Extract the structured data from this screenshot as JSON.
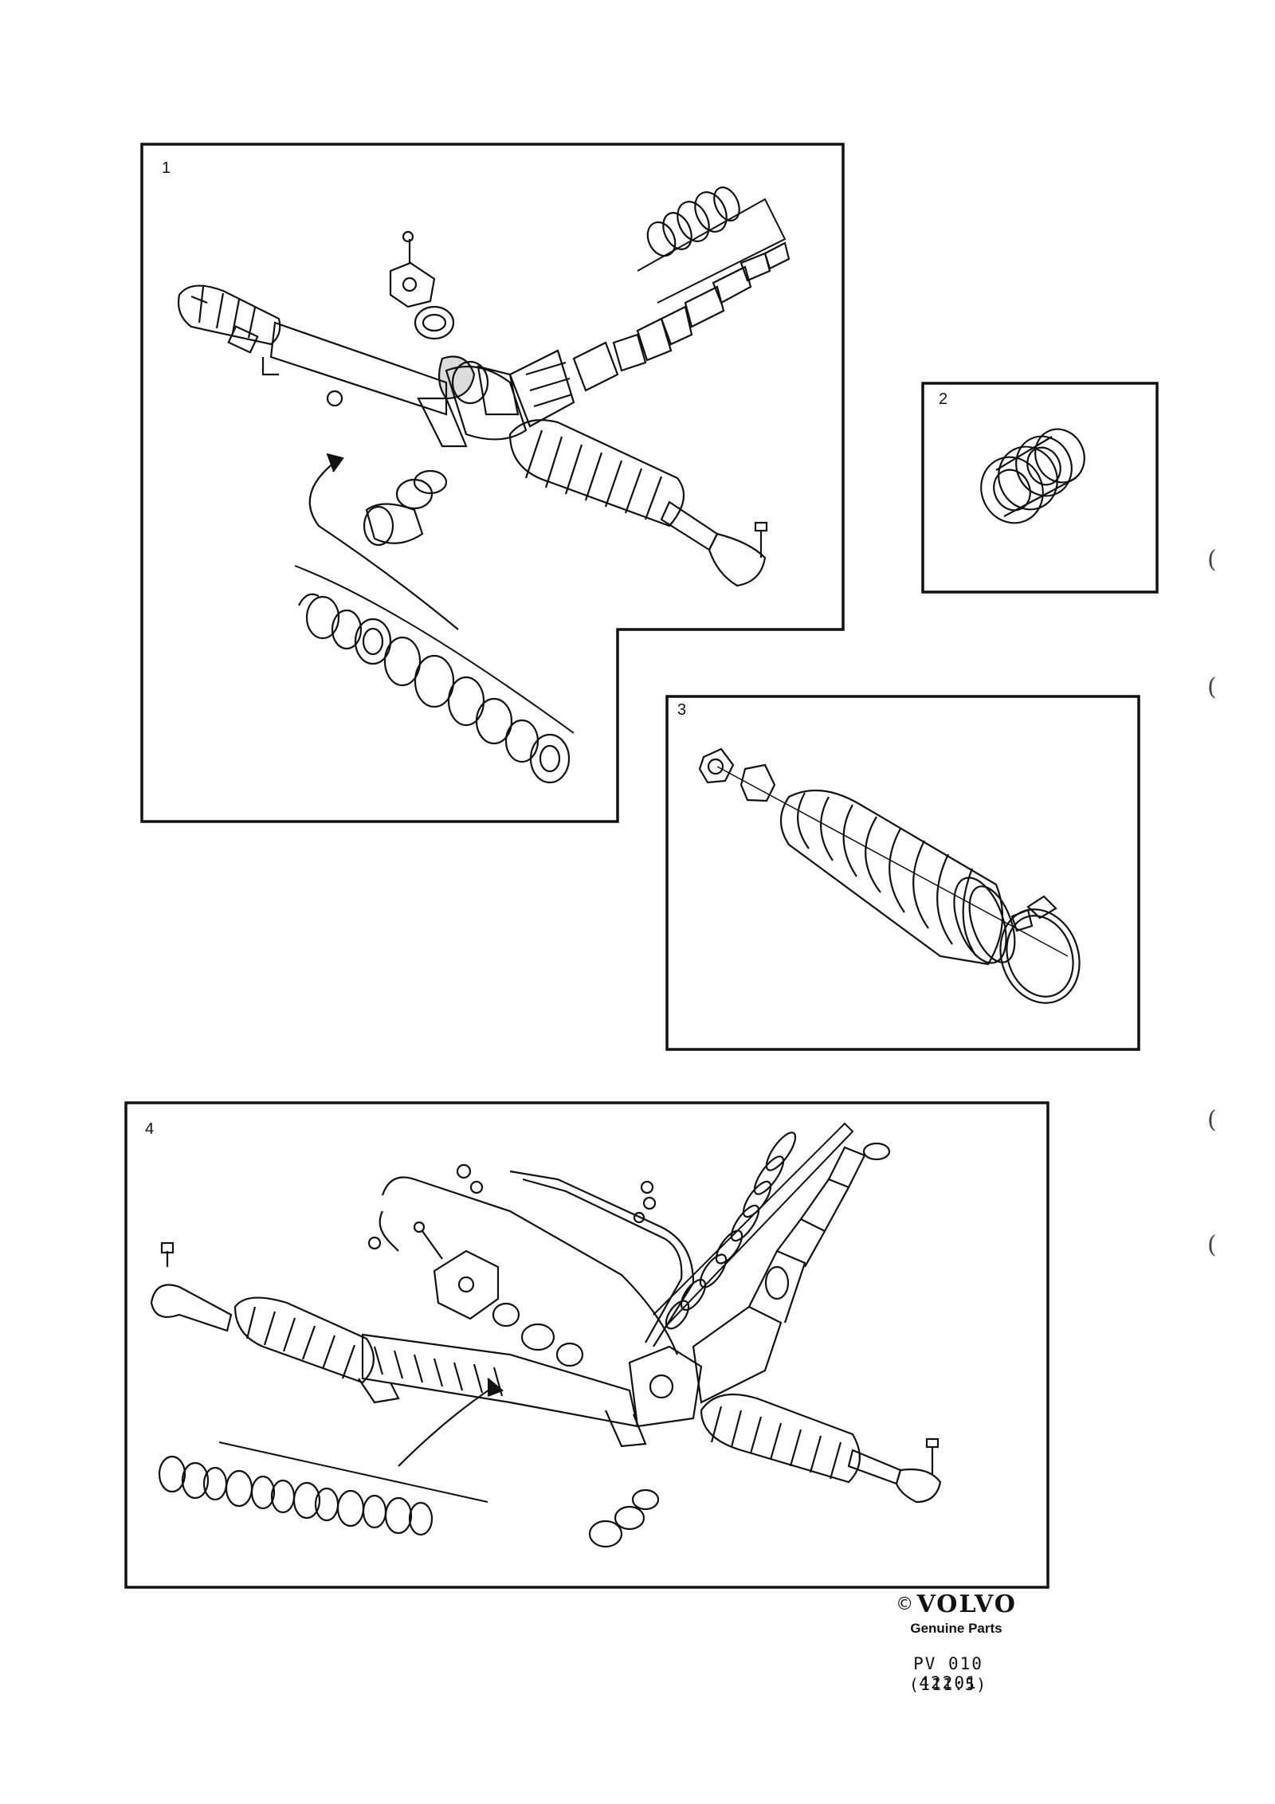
{
  "panels": [
    {
      "label": "1"
    },
    {
      "label": "2"
    },
    {
      "label": "3"
    },
    {
      "label": "4"
    }
  ],
  "footer": {
    "copyright_symbol": "©",
    "brand": "VOLVO",
    "tagline": "Genuine Parts",
    "document_number": "PV 010 42201",
    "document_subcode": "(111:5)"
  },
  "margin_marks": [
    "(",
    "(",
    "(",
    "("
  ]
}
